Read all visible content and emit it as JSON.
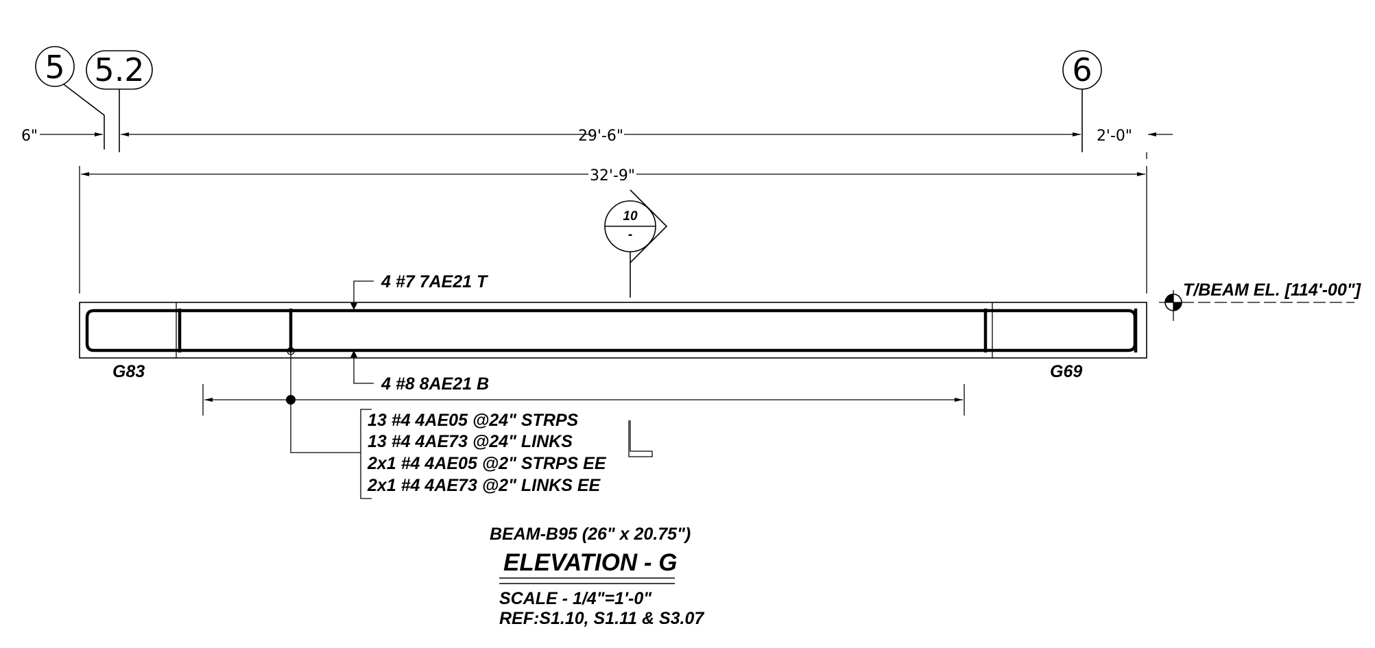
{
  "grid_bubbles": [
    "5",
    "5.2",
    "6"
  ],
  "dimensions": {
    "left_offset": "6\"",
    "clear_span": "29'-6\"",
    "right_offset": "2'-0\"",
    "overall": "32'-9\""
  },
  "section_marker": {
    "number": "10",
    "sheet": "-"
  },
  "elevation_label": "T/BEAM EL. [114'-00\"]",
  "top_bars": "4 #7 7AE21  T",
  "bottom_bars": "4 #8 8AE21  B",
  "supports": {
    "left": "G83",
    "right": "G69"
  },
  "stirrup_notes": [
    "13 #4 4AE05 @24\" STRPS",
    "13 #4 4AE73 @24\" LINKS",
    "2x1 #4 4AE05 @2\" STRPS EE",
    "2x1 #4 4AE73 @2\" LINKS EE"
  ],
  "title_block": {
    "beam": "BEAM-B95 (26\" x 20.75\")",
    "title": "ELEVATION - G",
    "scale": "SCALE - 1/4\"=1'-0\"",
    "ref": "REF:S1.10, S1.11 & S3.07"
  }
}
